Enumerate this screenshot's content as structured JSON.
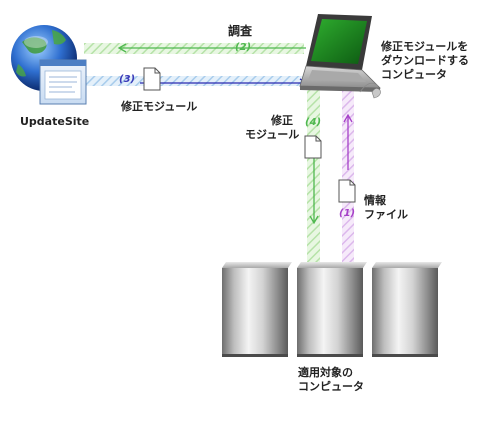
{
  "labels": {
    "update_site": "UpdateSite",
    "survey": "調査",
    "download_pc": [
      "修正モジュールを",
      "ダウンロードする",
      "コンピュータ"
    ],
    "fix_module_top": "修正モジュール",
    "fix_module_mid": [
      "修正",
      "モジュール"
    ],
    "info_file": [
      "情報",
      "ファイル"
    ],
    "target_pc": [
      "適用対象の",
      "コンピュータ"
    ]
  },
  "steps": {
    "s1": "(1)",
    "s2": "(2)",
    "s3": "(3)",
    "s4": "(4)"
  },
  "colors": {
    "green": "#4fb84f",
    "blue": "#2a2ab0",
    "purple": "#a640c8",
    "light_blue": "#b8d8f0",
    "light_green": "#c8ecc0",
    "light_purple": "#e4c8f0"
  }
}
